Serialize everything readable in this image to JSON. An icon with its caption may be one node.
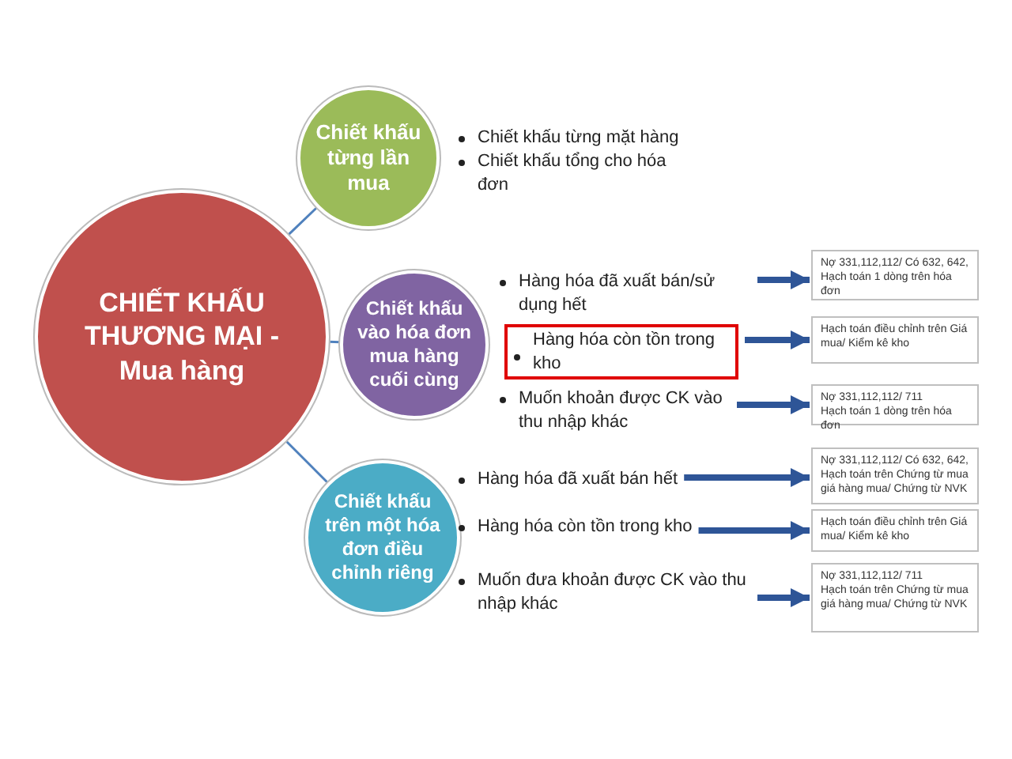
{
  "diagram": {
    "nodes": [
      {
        "text": [
          "CHIẾT KHẤU THƯƠNG MẠI - Mua hàng"
        ]
      },
      {
        "text": [
          "Chiết khấu từng lần mua"
        ],
        "beside": [
          "Chiết khấu từng mặt hàng",
          "Chiết khấu tổng cho hóa đơn"
        ]
      },
      {
        "text": [
          "Chiết khấu vào hóa đơn mua hàng cuối cùng"
        ]
      },
      {
        "text": [
          "Hàng hóa đã xuất bán/sử dụng hết"
        ]
      },
      {
        "text": [
          "Hàng hóa còn tồn trong kho"
        ]
      },
      {
        "text": [
          "Muốn khoản được CK vào thu nhập khác"
        ]
      },
      {
        "text": [
          "Chiết khấu trên một hóa đơn điều chỉnh riêng"
        ]
      },
      {
        "text": [
          "Hàng hóa đã xuất bán hết"
        ]
      },
      {
        "text": [
          "Hàng hóa còn tồn trong kho"
        ]
      },
      {
        "text": [
          "Muốn đưa khoản được CK vào thu nhập khác"
        ]
      },
      {
        "text": [
          "Nợ 331,112,112/ Có 632, 642,",
          "Hạch toán 1 dòng trên hóa đơn"
        ]
      },
      {
        "text": [
          "Hạch toán điều chỉnh trên Giá mua/ Kiểm kê kho"
        ]
      },
      {
        "text": [
          "Nợ 331,112,112/ 711",
          "Hạch toán 1 dòng trên hóa đơn"
        ]
      },
      {
        "text": [
          "Nợ 331,112,112/ Có 632, 642,",
          "Hạch toán trên Chứng từ mua giá hàng mua/ Chứng từ NVK"
        ]
      },
      {
        "text": [
          "Hạch toán điều chỉnh trên Giá mua/ Kiểm kê kho"
        ]
      },
      {
        "text": [
          "Nợ 331,112,112/ 711",
          "Hạch toán trên Chứng từ mua giá hàng mua/ Chứng từ NVK"
        ]
      }
    ],
    "edges": [
      {
        "from": 0,
        "to": 1,
        "arrow": "none"
      },
      {
        "from": 0,
        "to": 2,
        "arrow": "none"
      },
      {
        "from": 0,
        "to": 6,
        "arrow": "none"
      },
      {
        "from": 3,
        "to": 10,
        "arrow": "to"
      },
      {
        "from": 4,
        "to": 11,
        "arrow": "to"
      },
      {
        "from": 5,
        "to": 12,
        "arrow": "to"
      },
      {
        "from": 7,
        "to": 13,
        "arrow": "to"
      },
      {
        "from": 8,
        "to": 14,
        "arrow": "to"
      },
      {
        "from": 9,
        "to": 15,
        "arrow": "to"
      }
    ]
  }
}
